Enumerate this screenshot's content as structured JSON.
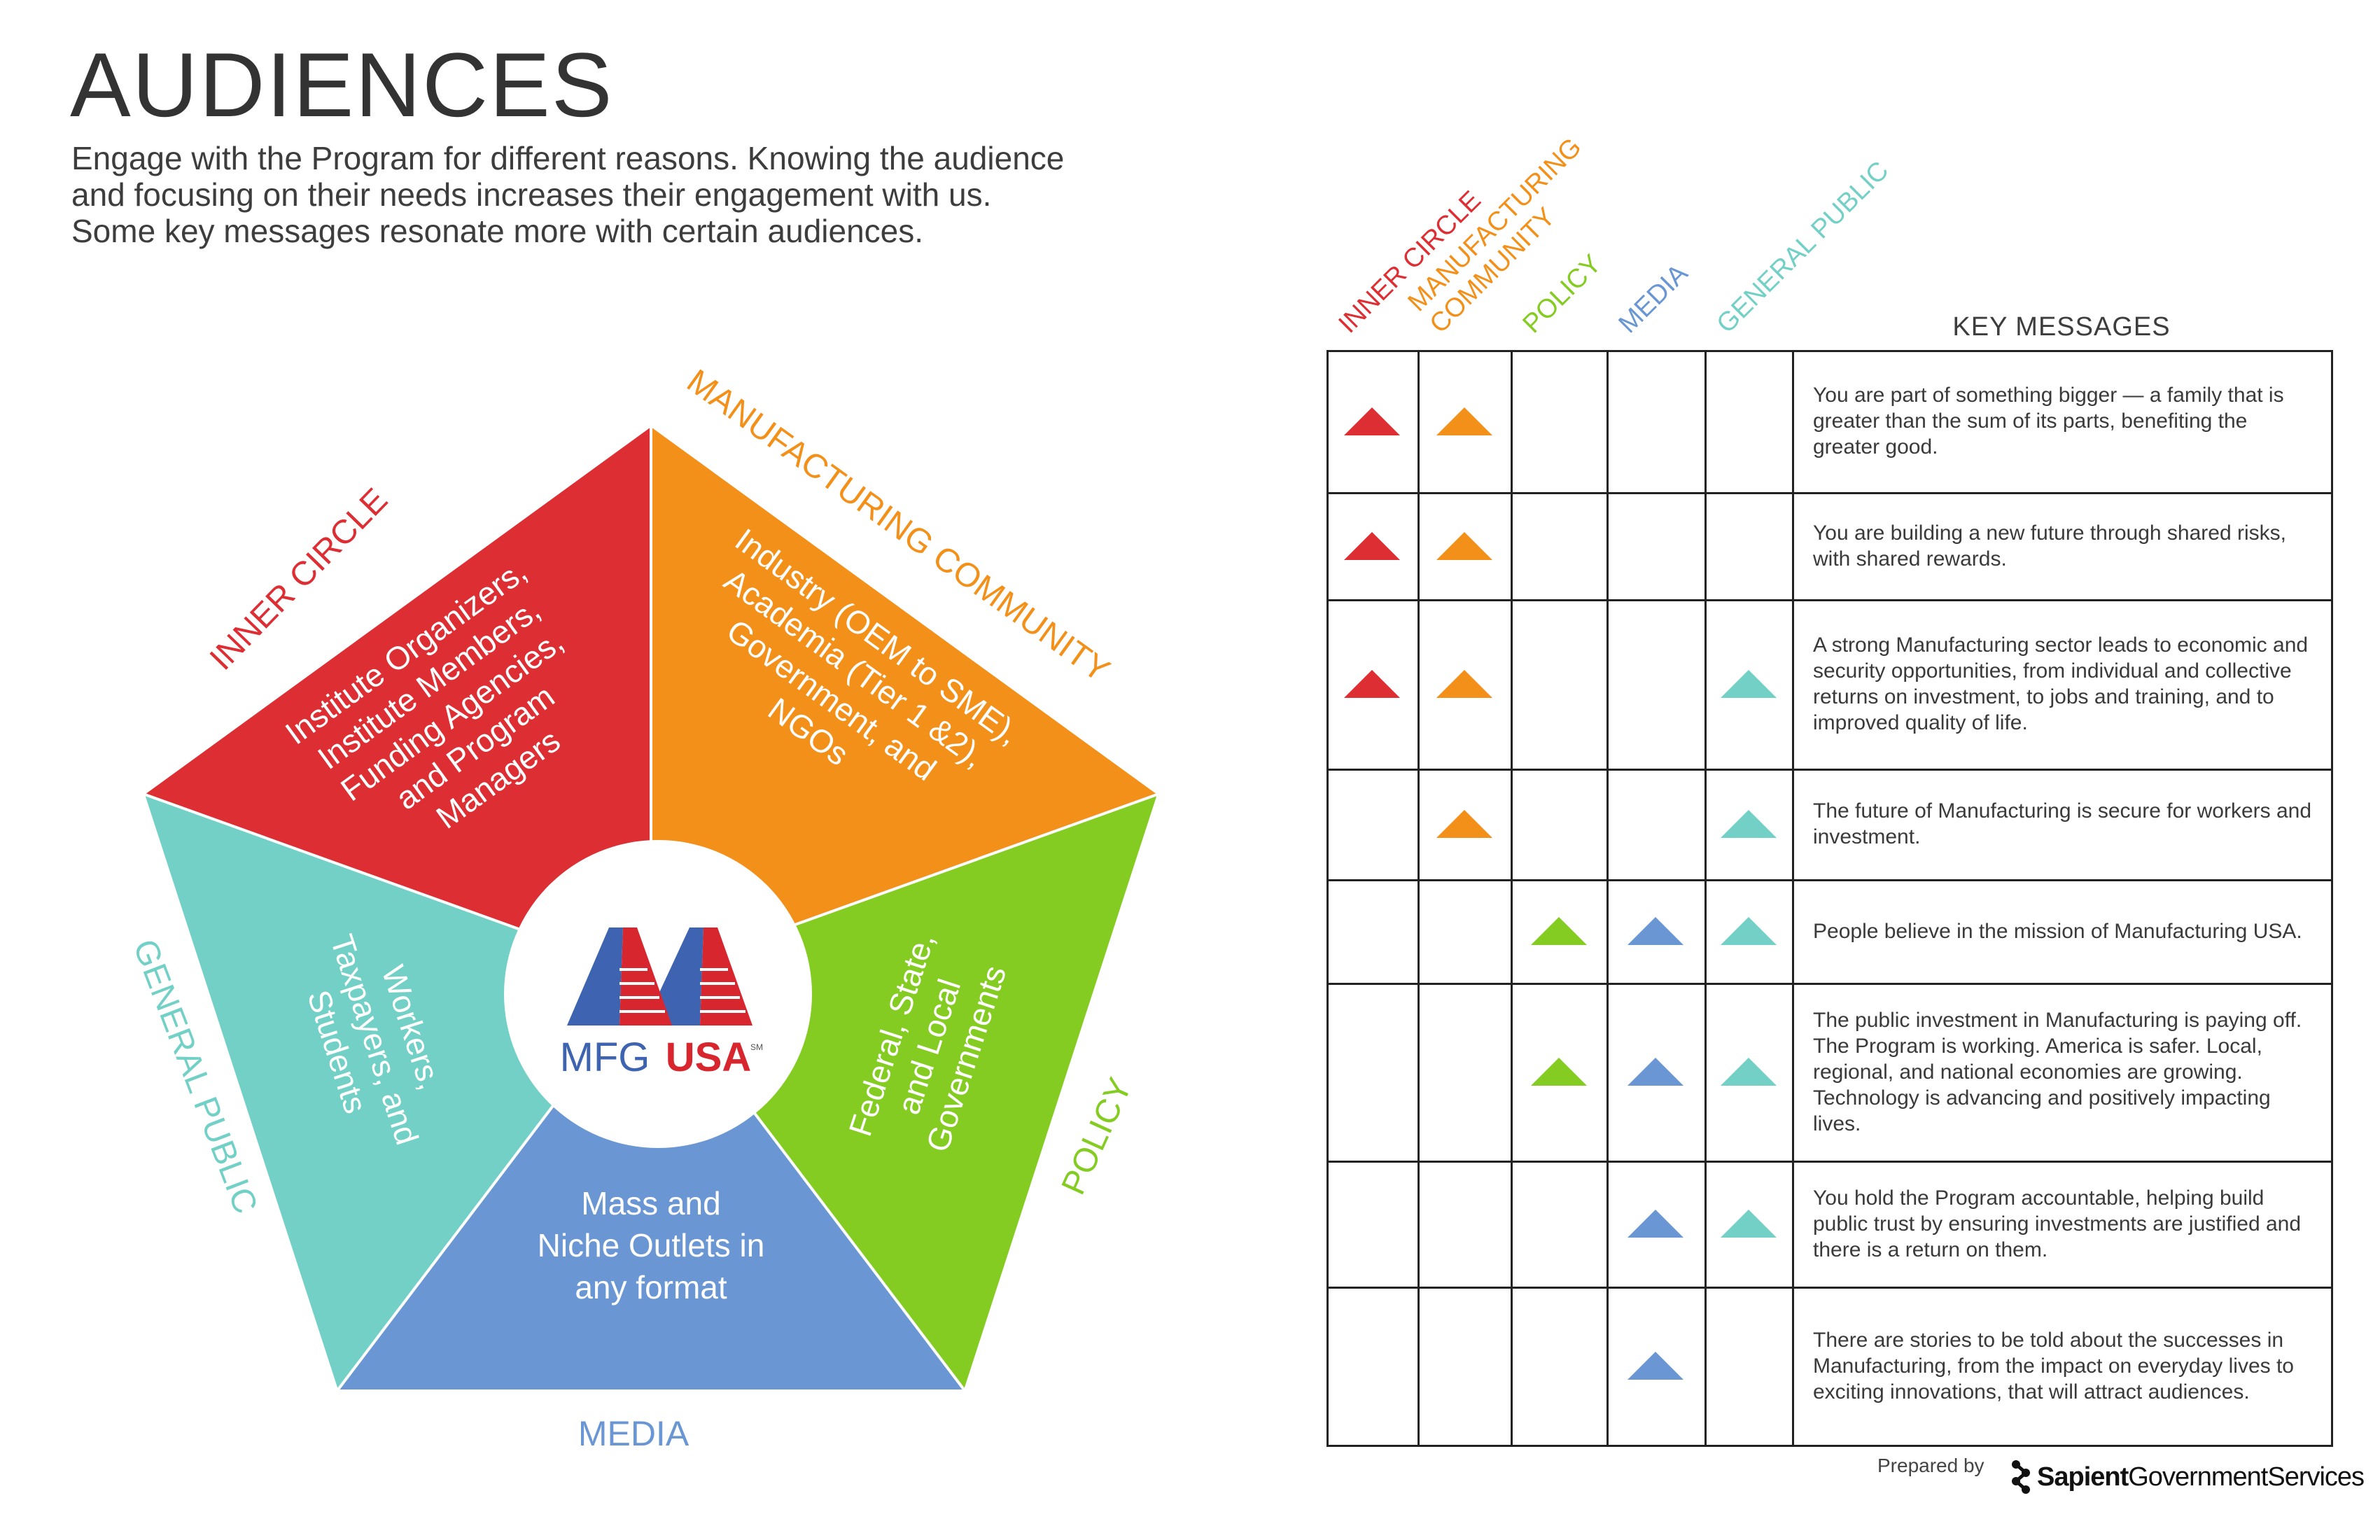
{
  "title": "AUDIENCES",
  "intro": [
    "Engage with the Program for different reasons. Knowing the audience",
    "and focusing on their needs increases their engagement with us.",
    "Some key messages resonate more with certain audiences."
  ],
  "colors": {
    "inner_circle": "#dd2e33",
    "manufacturing": "#f39019",
    "policy": "#84cc22",
    "media": "#6a97d3",
    "general_public": "#72d0c6",
    "logo_blue": "#3e63b0",
    "logo_red": "#d8262e"
  },
  "segments": [
    {
      "key": "inner_circle",
      "label": "INNER CIRCLE",
      "body": [
        "Institute Organizers,",
        "Institute Members,",
        "Funding Agencies,",
        "and Program",
        "Managers"
      ]
    },
    {
      "key": "manufacturing",
      "label": "MANUFACTURING COMMUNITY",
      "body": [
        "Industry (OEM to SME),",
        "Academia (Tier 1 &2),",
        "Government, and",
        "NGOs"
      ]
    },
    {
      "key": "policy",
      "label": "POLICY",
      "body": [
        "Federal, State,",
        "and Local",
        "Governments"
      ]
    },
    {
      "key": "media",
      "label": "MEDIA",
      "body": [
        "Mass and",
        "Niche Outlets in",
        "any format"
      ]
    },
    {
      "key": "general_public",
      "label": "GENERAL PUBLIC",
      "body": [
        "Workers,",
        "Taxpayers, and",
        "Students"
      ]
    }
  ],
  "logo": {
    "mfg": "MFG",
    "usa": "USA",
    "sm": "SM"
  },
  "matrix": {
    "column_headers": [
      {
        "key": "inner_circle",
        "lines": [
          "INNER CIRCLE"
        ]
      },
      {
        "key": "manufacturing",
        "lines": [
          "MANUFACTURING",
          "COMMUNITY"
        ]
      },
      {
        "key": "policy",
        "lines": [
          "POLICY"
        ]
      },
      {
        "key": "media",
        "lines": [
          "MEDIA"
        ]
      },
      {
        "key": "general_public",
        "lines": [
          "GENERAL PUBLIC"
        ]
      }
    ],
    "key_messages_header": "KEY MESSAGES",
    "rows": [
      {
        "message": "You are part of something bigger — a family that is greater than the sum of its parts, benefiting the greater good.",
        "marks": [
          true,
          true,
          false,
          false,
          false
        ]
      },
      {
        "message": "You are building a new future through shared risks, with shared rewards.",
        "marks": [
          true,
          true,
          false,
          false,
          false
        ]
      },
      {
        "message": "A strong Manufacturing sector leads to economic and security opportunities, from individual and collective returns on investment, to jobs and training, and to improved quality of life.",
        "marks": [
          true,
          true,
          false,
          false,
          true
        ]
      },
      {
        "message": "The future of Manufacturing is secure for workers and investment.",
        "marks": [
          false,
          true,
          false,
          false,
          true
        ]
      },
      {
        "message": "People believe in the mission of Manufacturing USA.",
        "marks": [
          false,
          false,
          true,
          true,
          true
        ]
      },
      {
        "message": "The public investment in Manufacturing is paying off. The Program is working. America is safer. Local, regional, and national economies are growing. Technology is advancing and positively impacting lives.",
        "marks": [
          false,
          false,
          true,
          true,
          true
        ]
      },
      {
        "message": "You hold the Program accountable, helping build public trust by ensuring investments are justified and there is a return on them.",
        "marks": [
          false,
          false,
          false,
          true,
          true
        ]
      },
      {
        "message": "There are stories to be told about the successes in Manufacturing, from the impact on everyday lives to exciting innovations, that will attract audiences.",
        "marks": [
          false,
          false,
          false,
          true,
          false
        ]
      }
    ]
  },
  "footer": {
    "prepared_by": "Prepared by",
    "brand_bold": "Sapient",
    "brand_rest": "GovernmentServices"
  }
}
